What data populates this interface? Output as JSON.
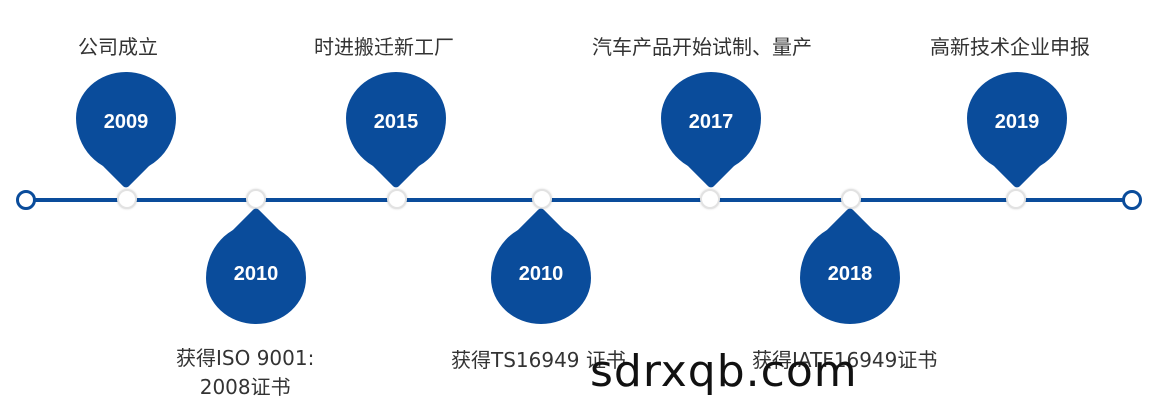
{
  "top_events": [
    {
      "label": "公司成立",
      "year": "2009"
    },
    {
      "label": "时进搬迁新工厂",
      "year": "2015"
    },
    {
      "label": "汽车产品开始试制、量产",
      "year": "2017"
    },
    {
      "label": "高新技术企业申报",
      "year": "2019"
    }
  ],
  "bottom_events": [
    {
      "label_line1": "获得ISO 9001:",
      "label_line2": "2008证书",
      "year": "2010"
    },
    {
      "label": "获得TS16949 证书",
      "year": "2010"
    },
    {
      "label": "获得IATF16949证书",
      "year": "2018"
    }
  ],
  "watermark": "sdrxqb.com",
  "colors": {
    "accent": "#0a4c9b",
    "text": "#333333",
    "dot_border": "#e2e2e2"
  }
}
